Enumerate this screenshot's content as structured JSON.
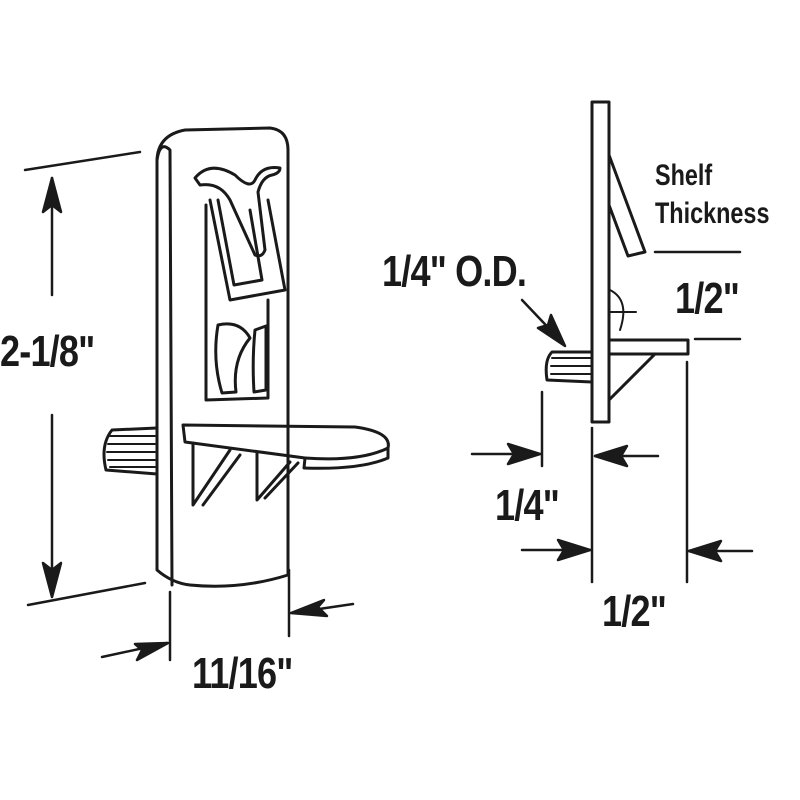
{
  "diagram": {
    "subject": "Shelf support peg with clip",
    "line_color": "#1a1a1a",
    "background": "#ffffff",
    "front_view": {
      "height_label": "2-1/8\"",
      "width_label": "11/16\""
    },
    "side_view": {
      "peg_diameter_label": "1/4\" O.D.",
      "shelf_thickness_label_line1": "Shelf",
      "shelf_thickness_label_line2": "Thickness",
      "shelf_thickness_value": "1/2\"",
      "peg_length_label": "1/4\"",
      "shelf_depth_label": "1/2\""
    }
  }
}
